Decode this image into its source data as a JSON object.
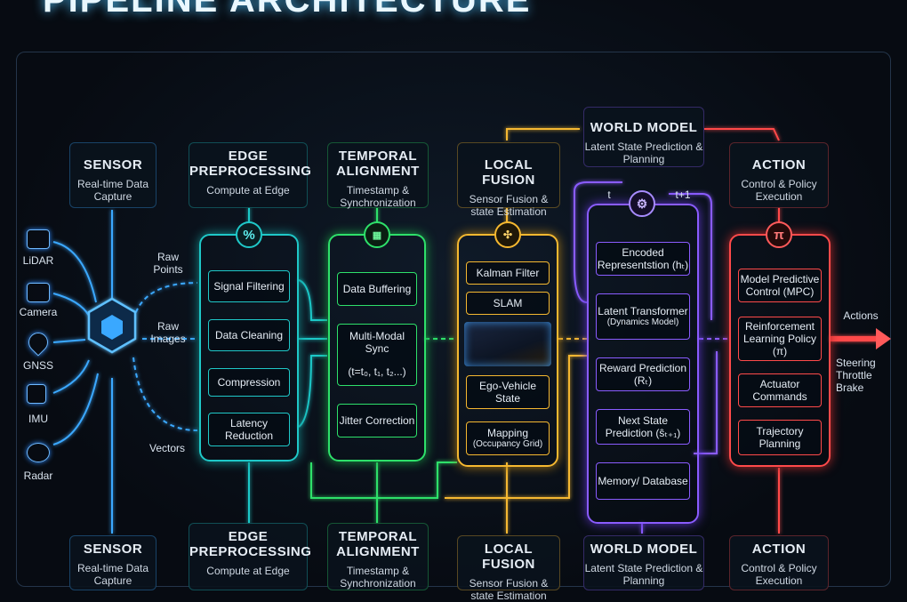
{
  "title": "PIPELINE ARCHITECTURE",
  "colors": {
    "sensor": "#3aa8ff",
    "edge": "#1fc8c8",
    "temporal": "#2ee06a",
    "fusion": "#f5b830",
    "world": "#8a5cff",
    "action": "#ff4a4a"
  },
  "top": {
    "sensor": {
      "title": "SENSOR",
      "sub": "Real-time Data Capture"
    },
    "edge": {
      "title": "EDGE PREPROCESSING",
      "sub": "Compute at Edge"
    },
    "temporal": {
      "title": "TEMPORAL ALIGNMENT",
      "sub": "Timestamp & Synchronization"
    },
    "fusion": {
      "title": "LOCAL FUSION",
      "sub": "Sensor Fusion & state Estimation"
    },
    "world": {
      "title": "WORLD MODEL",
      "sub": "Latent State Prediction & Planning"
    },
    "action": {
      "title": "ACTION",
      "sub": "Control & Policy Execution"
    }
  },
  "bottom": {
    "sensor": {
      "title": "SENSOR",
      "sub": "Real-time Data Capture"
    },
    "edge": {
      "title": "EDGE PREPROCESSING",
      "sub": "Compute at Edge"
    },
    "temporal": {
      "title": "TEMPORAL ALIGNMENT",
      "sub": "Timestamp & Synchronization"
    },
    "fusion": {
      "title": "LOCAL FUSION",
      "sub": "Sensor Fusion & state Estimation"
    },
    "world": {
      "title": "WORLD MODEL",
      "sub": "Latent State Prediction & Planning"
    },
    "action": {
      "title": "ACTION",
      "sub": "Control & Policy Execution"
    }
  },
  "sensors": [
    "LiDAR",
    "Camera",
    "GNSS",
    "IMU",
    "Radar"
  ],
  "flow_labels": {
    "raw_points": "Raw Points",
    "raw_images": "Raw Images",
    "vectors": "Vectors"
  },
  "edge_items": [
    "Signal Filtering",
    "Data Cleaning",
    "Compression",
    "Latency Reduction"
  ],
  "temporal_items": [
    "Data Buffering",
    "Multi-Modal Sync",
    "(t=t₀, t₁, t₂...)",
    "Jitter Correction"
  ],
  "fusion_items": [
    "Kalman Filter",
    "SLAM",
    "Ego-Vehicle State",
    "Mapping",
    "(Occupancy Grid)"
  ],
  "world_labels": {
    "t": "t",
    "t1": "t+1"
  },
  "world_items": [
    "Encoded Representstion (hₜ)",
    "Latent Transformer",
    "(Dynamics Model)",
    "Reward Prediction (Rₜ)",
    "Next State Prediction (ŝₜ₊₁)",
    "Memory/ Database"
  ],
  "action_items": [
    "Model Predictive Control (MPC)",
    "Reinforcement Learning Policy (π)",
    "Actuator Commands",
    "Trajectory Planning"
  ],
  "outputs": {
    "actions": "Actions",
    "list": [
      "Steering",
      "Throttle",
      "Brake"
    ]
  },
  "symbols": {
    "edge": "%",
    "action": "π"
  }
}
